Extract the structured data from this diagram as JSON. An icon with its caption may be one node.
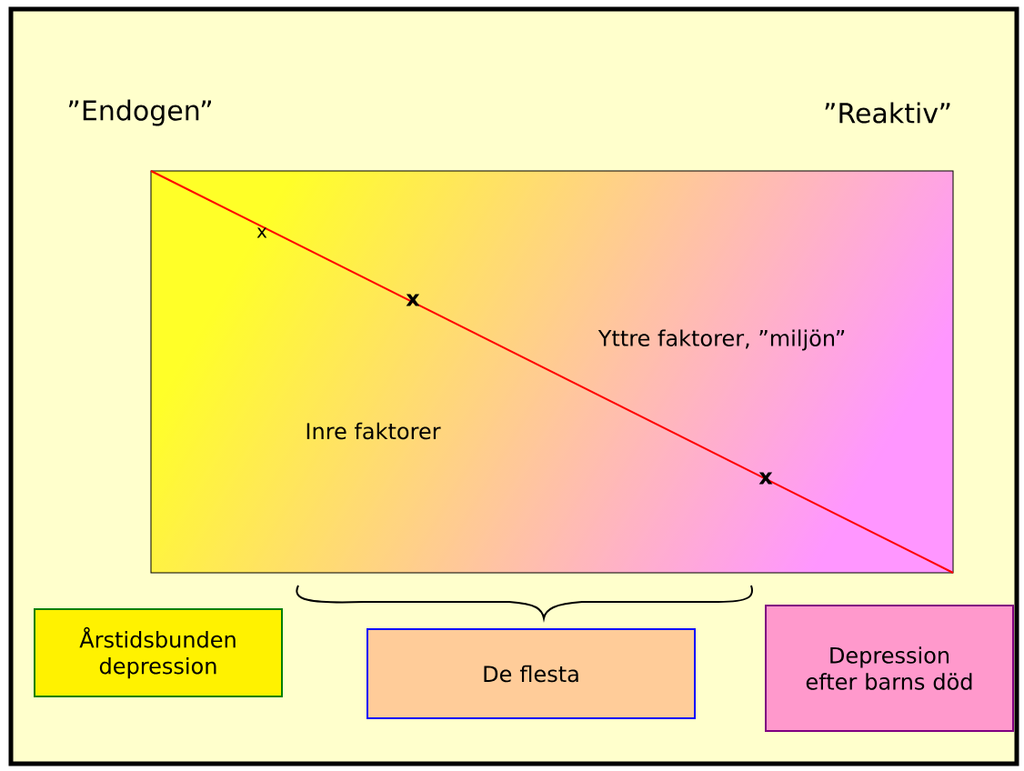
{
  "diagram": {
    "nodes": [
      {
        "text": [
          "Yttre faktorer, ”miljön”",
          "Inre faktorer"
        ]
      },
      {
        "text": [
          "Årstidsbunden depression"
        ]
      },
      {
        "text": [
          "De flesta"
        ]
      },
      {
        "text": [
          "Depression efter barns död"
        ]
      }
    ],
    "labels": [
      "”Endogen”",
      "”Reaktiv”",
      "x",
      "x",
      "x"
    ]
  }
}
